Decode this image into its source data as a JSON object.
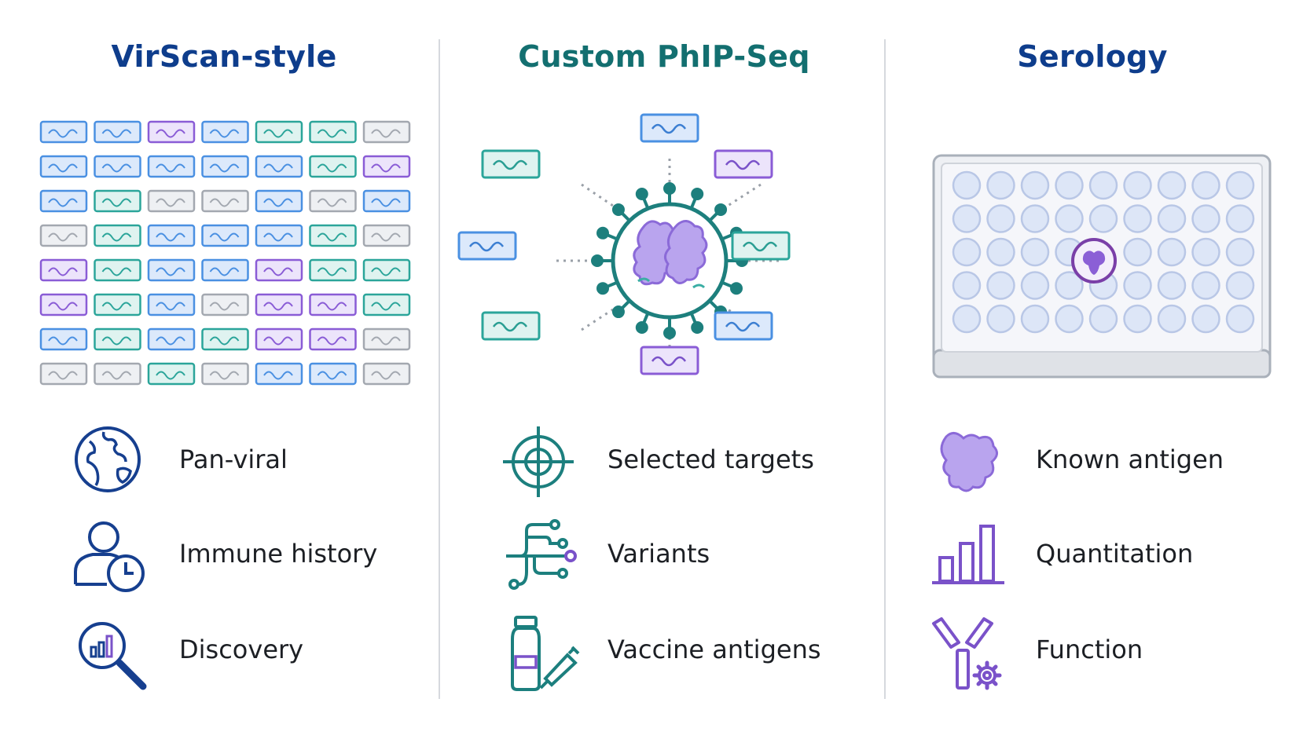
{
  "columns": [
    {
      "title": "VirScan-style",
      "title_color": "#0e3d8c",
      "features": [
        {
          "label": "Pan-viral",
          "icon": "globe-icon"
        },
        {
          "label": "Immune history",
          "icon": "person-clock-icon"
        },
        {
          "label": "Discovery",
          "icon": "magnifier-chart-icon"
        }
      ]
    },
    {
      "title": "Custom PhIP-Seq",
      "title_color": "#136f70",
      "features": [
        {
          "label": "Selected targets",
          "icon": "crosshair-icon"
        },
        {
          "label": "Variants",
          "icon": "branching-tree-icon"
        },
        {
          "label": "Vaccine antigens",
          "icon": "vial-syringe-icon"
        }
      ]
    },
    {
      "title": "Serology",
      "title_color": "#0e3d8c",
      "features": [
        {
          "label": "Known antigen",
          "icon": "antigen-blob-icon"
        },
        {
          "label": "Quantitation",
          "icon": "bar-chart-icon"
        },
        {
          "label": "Function",
          "icon": "antibody-gear-icon"
        }
      ]
    }
  ],
  "palette": {
    "blue": "#4a90e2",
    "teal": "#2ba59a",
    "purple": "#8a5cd6",
    "gray": "#a3a8b0",
    "navy": "#163f8f",
    "dark_teal": "#1c7f7e",
    "violet": "#7a52c9"
  }
}
